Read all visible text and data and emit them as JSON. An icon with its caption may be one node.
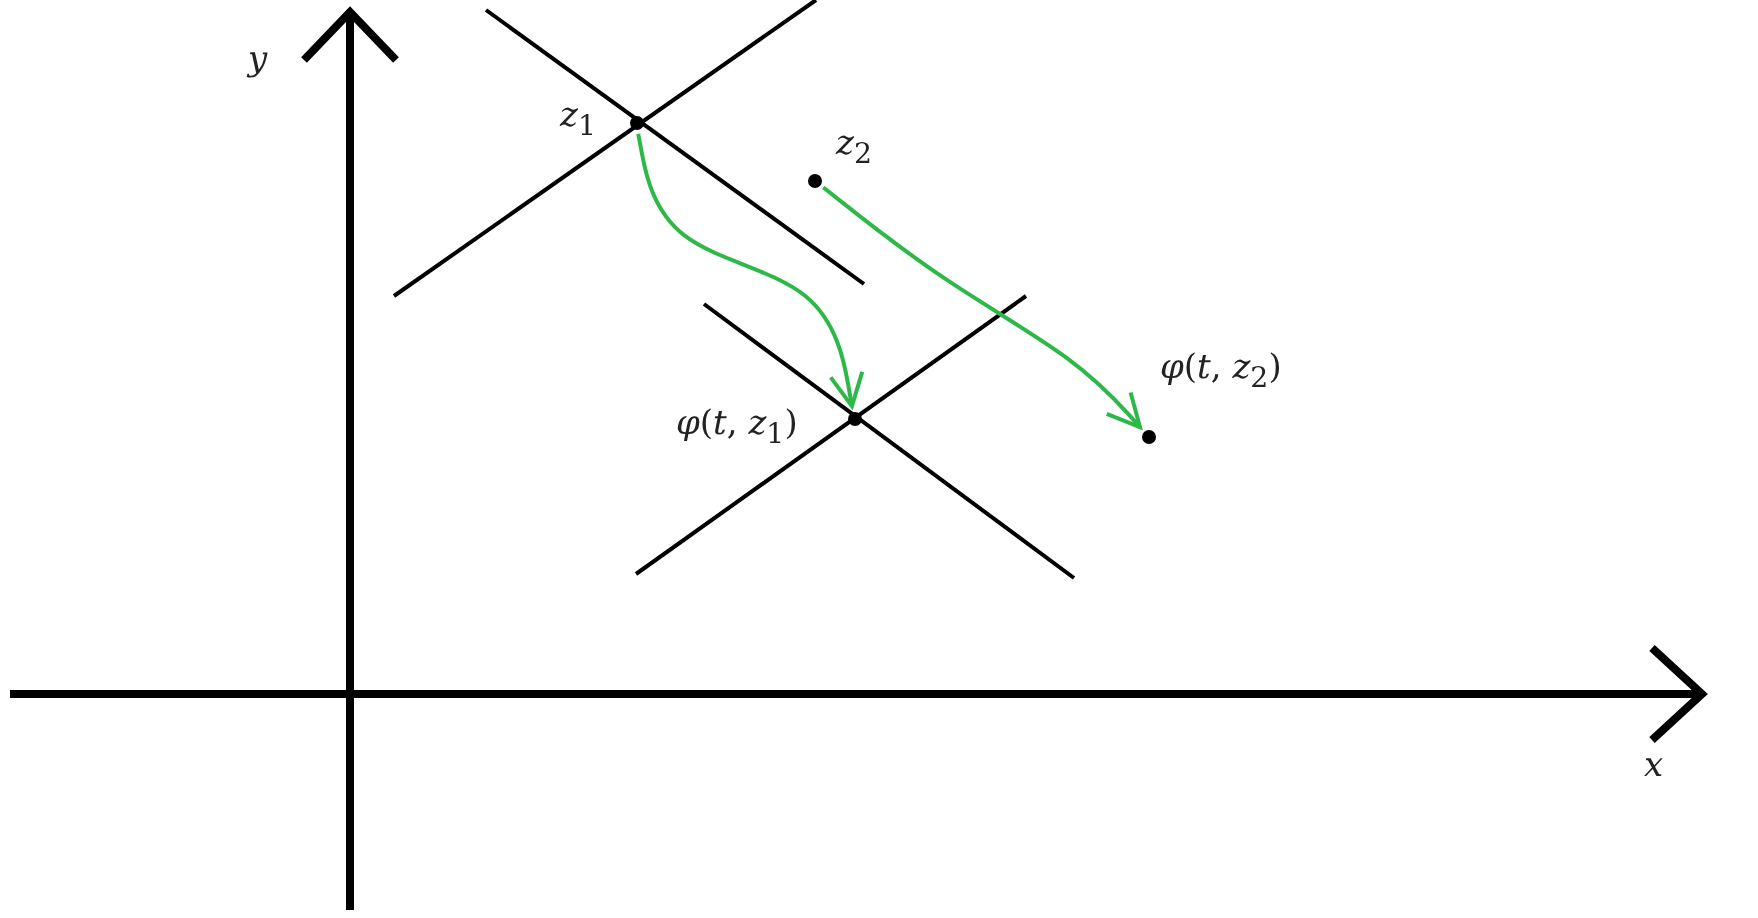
{
  "diagram": {
    "nodes": [
      {
        "text": [],
        "shape": "circle",
        "beside": [
          "*z*$_{1}$"
        ]
      },
      {
        "text": [],
        "shape": "circle",
        "beside": [
          "*z*$_{2}$"
        ]
      },
      {
        "text": [],
        "shape": "circle",
        "beside": [
          "*φ*(*t*, *z*$_{1}$)"
        ]
      },
      {
        "text": [],
        "shape": "circle",
        "beside": [
          "*φ*(*t*, *z*$_{2}$)"
        ]
      }
    ],
    "edges": [
      {
        "from": 0,
        "to": 2,
        "arrow": "to",
        "color": "#2fb84a"
      },
      {
        "from": 1,
        "to": 3,
        "arrow": "to",
        "color": "#2fb84a"
      }
    ],
    "labels": [
      "*y*",
      "*x*"
    ]
  }
}
